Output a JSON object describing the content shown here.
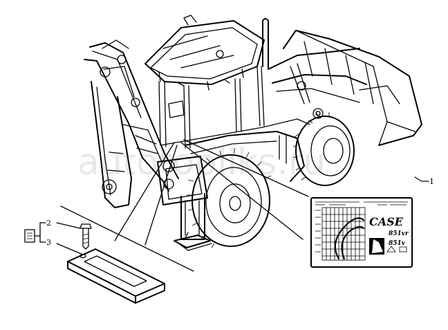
{
  "watermark": "autotopliks.ru",
  "callouts": [
    {
      "number": "1"
    },
    {
      "number": "2"
    },
    {
      "number": "3"
    }
  ],
  "decal": {
    "brand": "CASE",
    "model_1": "851vr",
    "model_2": "851v"
  }
}
